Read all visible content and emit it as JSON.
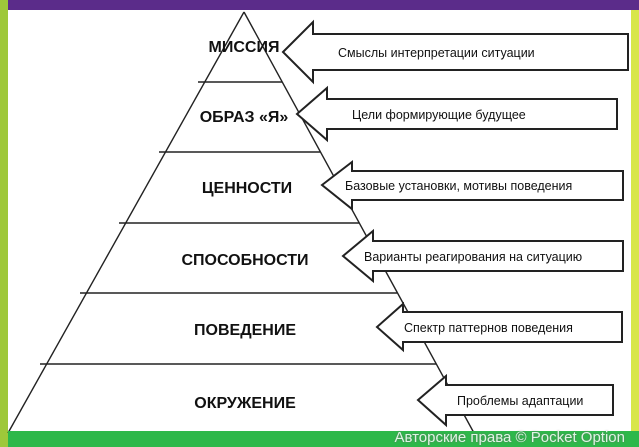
{
  "colors": {
    "frame_top": "#5b2c8a",
    "frame_left": "#9ec83a",
    "frame_bottom": "#2db84a",
    "frame_right": "#d8e64a",
    "lines": "#222222"
  },
  "pyramid": {
    "levels": [
      {
        "label": "МИССИЯ",
        "arrow_text": "Смыслы интерпретации  ситуации"
      },
      {
        "label": "ОБРАЗ «Я»",
        "arrow_text": "Цели формирующие будущее"
      },
      {
        "label": "ЦЕННОСТИ",
        "arrow_text": "Базовые установки, мотивы поведения"
      },
      {
        "label": "СПОСОБНОСТИ",
        "arrow_text": "Варианты реагирования на ситуацию"
      },
      {
        "label": "ПОВЕДЕНИЕ",
        "arrow_text": "Спектр  паттернов поведения"
      },
      {
        "label": "ОКРУЖЕНИЕ",
        "arrow_text": "Проблемы адаптации"
      }
    ]
  },
  "watermark": "Авторские права © Pocket Option"
}
